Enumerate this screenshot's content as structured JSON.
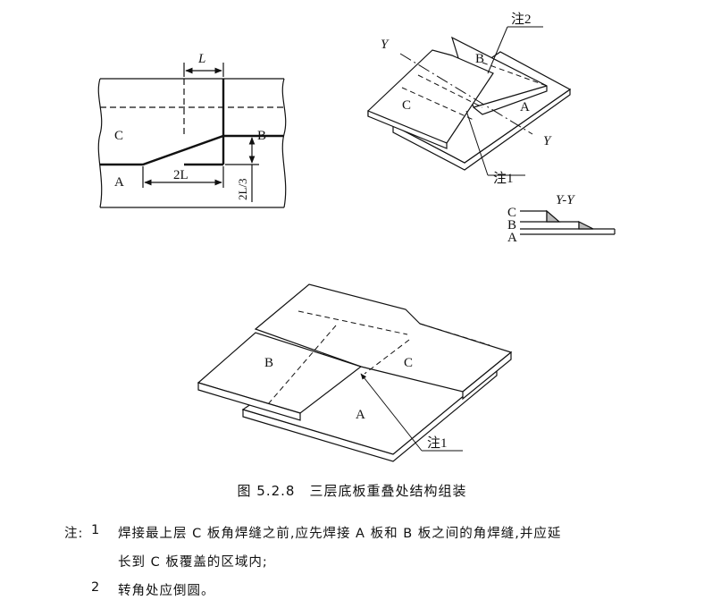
{
  "figure": {
    "caption": "图 5.2.8　三层底板重叠处结构组装",
    "plan_view": {
      "label_L": "L",
      "label_C": "C",
      "label_B": "B",
      "label_A": "A",
      "label_2L": "2L",
      "label_2L3": "2L/3"
    },
    "iso_view_top": {
      "label_Y_top": "Y",
      "label_Y_bottom": "Y",
      "label_B": "B",
      "label_C": "C",
      "label_A": "A",
      "note2": "注2",
      "note1": "注1"
    },
    "section_view": {
      "title": "Y-Y",
      "label_C": "C",
      "label_B": "B",
      "label_A": "A"
    },
    "iso_view_bottom": {
      "label_B": "B",
      "label_C": "C",
      "label_A": "A",
      "note1": "注1"
    }
  },
  "notes": {
    "prefix": "注:",
    "item1_num": "1",
    "item1_line1": "焊接最上层 C 板角焊缝之前,应先焊接 A 板和 B 板之间的角焊缝,并应延",
    "item1_line2": "长到 C 板覆盖的区域内;",
    "item2_num": "2",
    "item2_text": "转角处应倒圆。"
  }
}
